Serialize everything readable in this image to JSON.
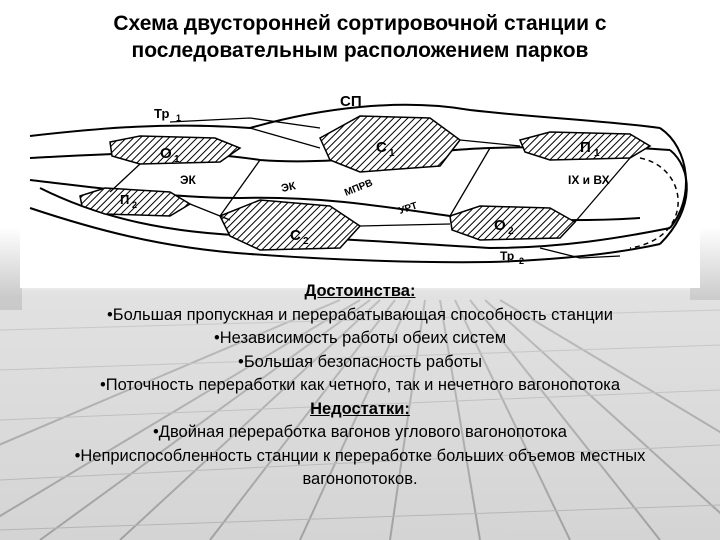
{
  "title": "Схема двусторонней сортировочной станции с последовательным расположением парков",
  "diagram": {
    "labels": {
      "sp": "СП",
      "tr1": "Тр",
      "tr1_sub": "1",
      "o1": "О",
      "o1_sub": "1",
      "s1": "С",
      "s1_sub": "1",
      "p1": "П",
      "p1_sub": "1",
      "ek1": "ЭК",
      "ek2": "ЭК",
      "mprv": "МПРВ",
      "yr": "УРТ",
      "ixvx": "IX и ВХ",
      "p2": "П",
      "p2_sub": "2",
      "s2": "С",
      "s2_sub": "2",
      "o2": "О",
      "o2_sub": "2",
      "tr2": "Тр",
      "tr2_sub": "2"
    }
  },
  "advantages": {
    "heading": "Достоинства:",
    "items": [
      "•Большая пропускная и перерабатывающая способность станции",
      "•Независимость работы обеих систем",
      "•Большая безопасность работы",
      "•Поточность переработки как четного, так и нечетного вагонопотока"
    ]
  },
  "disadvantages": {
    "heading": "Недостатки:",
    "items": [
      "•Двойная переработка вагонов углового вагонопотока",
      "•Неприспособленность станции к переработке больших объемов местных вагонопотоков."
    ]
  }
}
